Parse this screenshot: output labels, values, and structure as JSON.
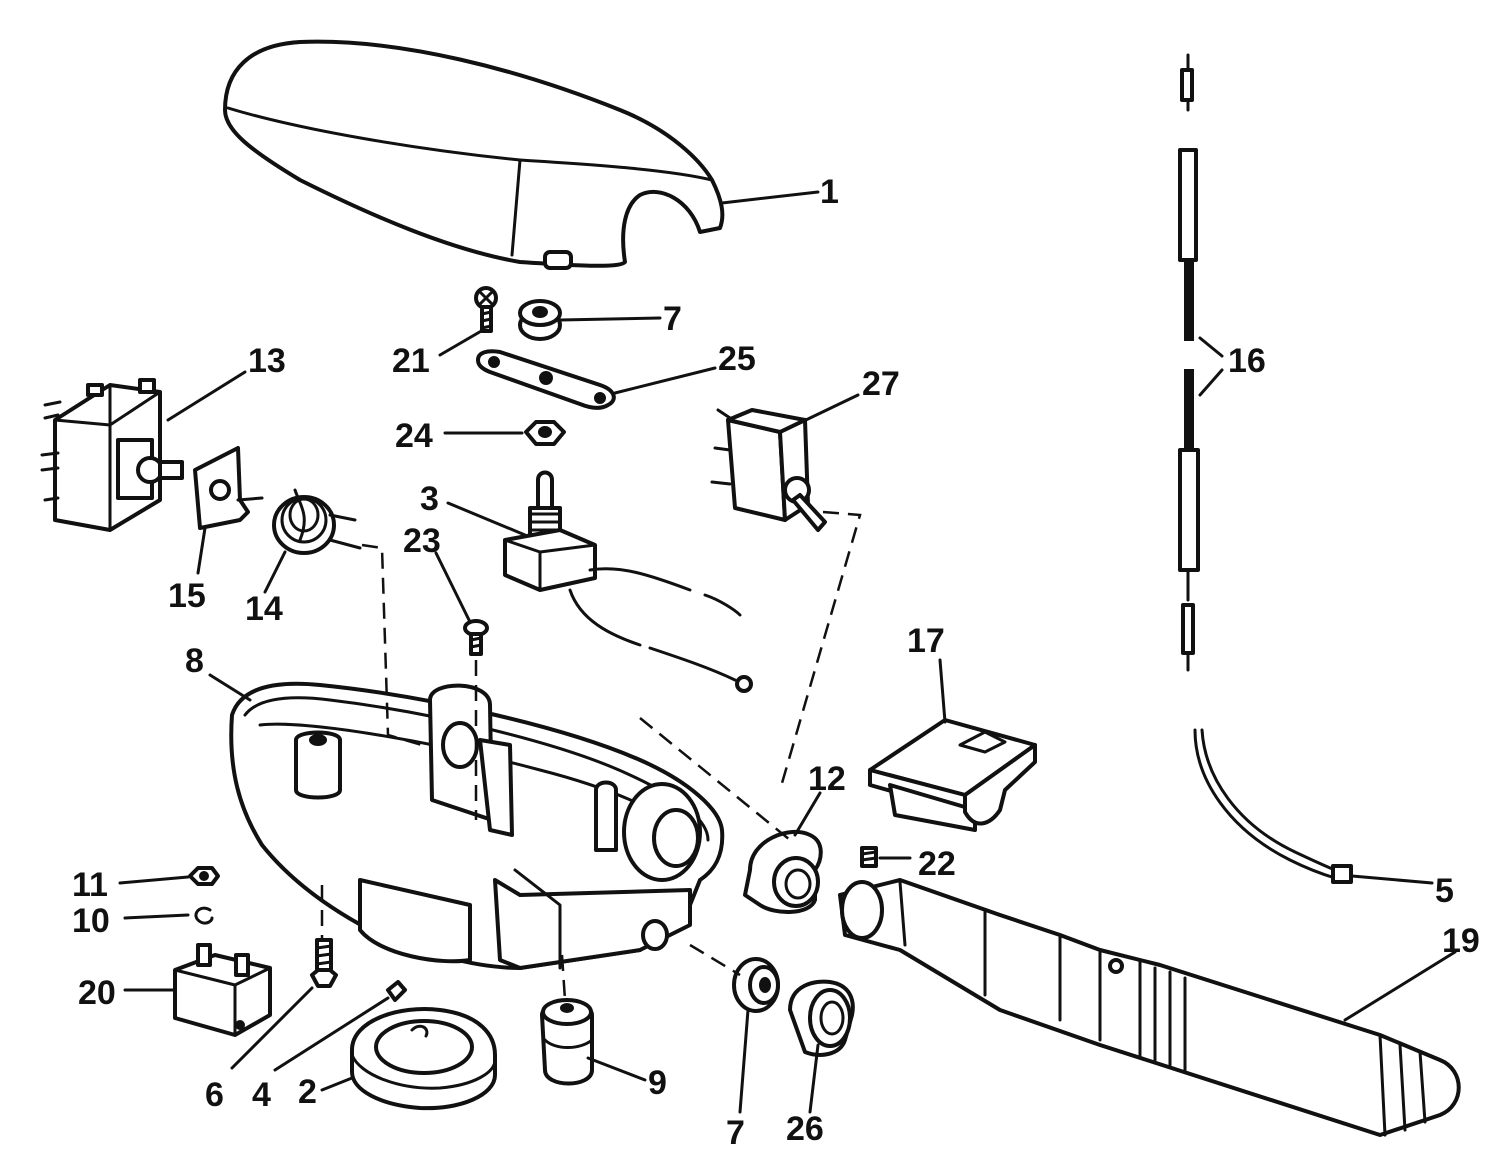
{
  "colors": {
    "ink": "#111111",
    "paper": "#ffffff"
  },
  "callouts": [
    {
      "id": "c1",
      "text": "1"
    },
    {
      "id": "c7a",
      "text": "7"
    },
    {
      "id": "c21",
      "text": "21"
    },
    {
      "id": "c25",
      "text": "25"
    },
    {
      "id": "c13",
      "text": "13"
    },
    {
      "id": "c27",
      "text": "27"
    },
    {
      "id": "c24",
      "text": "24"
    },
    {
      "id": "c16",
      "text": "16"
    },
    {
      "id": "c3",
      "text": "3"
    },
    {
      "id": "c23",
      "text": "23"
    },
    {
      "id": "c15",
      "text": "15"
    },
    {
      "id": "c14",
      "text": "14"
    },
    {
      "id": "c17",
      "text": "17"
    },
    {
      "id": "c8",
      "text": "8"
    },
    {
      "id": "c12",
      "text": "12"
    },
    {
      "id": "c22",
      "text": "22"
    },
    {
      "id": "c11",
      "text": "11"
    },
    {
      "id": "c10",
      "text": "10"
    },
    {
      "id": "c5",
      "text": "5"
    },
    {
      "id": "c19",
      "text": "19"
    },
    {
      "id": "c20",
      "text": "20"
    },
    {
      "id": "c6",
      "text": "6"
    },
    {
      "id": "c4",
      "text": "4"
    },
    {
      "id": "c2",
      "text": "2"
    },
    {
      "id": "c9",
      "text": "9"
    },
    {
      "id": "c7b",
      "text": "7"
    },
    {
      "id": "c26",
      "text": "26"
    }
  ]
}
